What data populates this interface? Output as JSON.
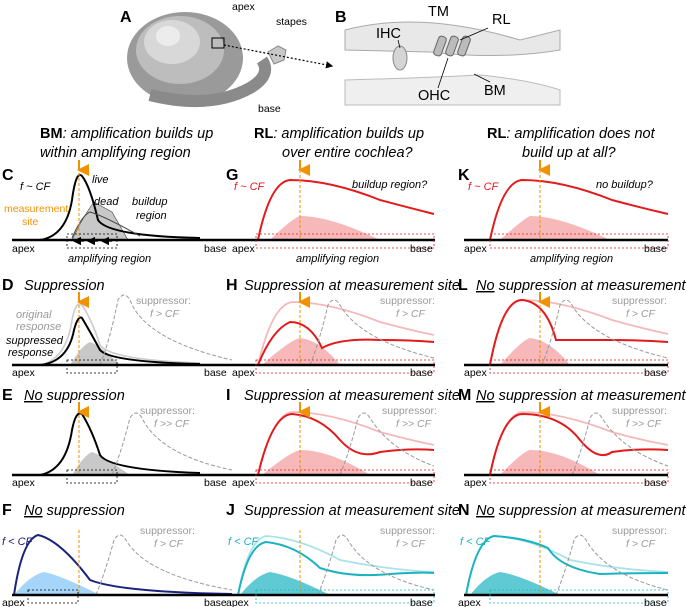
{
  "panel_letters": [
    "A",
    "B",
    "C",
    "D",
    "E",
    "F",
    "G",
    "H",
    "I",
    "J",
    "K",
    "L",
    "M",
    "N"
  ],
  "panel_a": {
    "apex": "apex",
    "stapes": "stapes",
    "base": "base"
  },
  "panel_b": {
    "TM": "TM",
    "RL": "RL",
    "IHC": "IHC",
    "OHC": "OHC",
    "BM": "BM"
  },
  "col1": {
    "bold": "BM",
    "rest": ": amplification builds up",
    "line2": "within amplifying region"
  },
  "col2": {
    "bold": "RL",
    "rest": ": amplification builds up",
    "line2": "over entire cochlea?"
  },
  "col3": {
    "bold": "RL",
    "rest": ": amplification does not",
    "line2": "build up at all?"
  },
  "axis": {
    "apex": "apex",
    "base": "base"
  },
  "row1": {
    "fcf": "f ~ CF",
    "live": "live",
    "dead": "dead",
    "buildup1": "buildup",
    "buildup2": "region",
    "meas1": "measurement",
    "meas2": "site",
    "amp_region": "amplifying region",
    "buildup_q": "buildup region?",
    "no_buildup": "no buildup?"
  },
  "row2": {
    "D": "Suppression",
    "orig1": "original",
    "orig2": "response",
    "supp1": "suppressed",
    "supp2": "response",
    "suppressor": "suppressor:",
    "f_gt": "f > CF",
    "H": "Suppression at measurement site",
    "L_no": "No",
    "L_rest": " suppression at measurement site"
  },
  "row3": {
    "E_no": "No",
    "E_rest": " suppression",
    "suppressor": "suppressor:",
    "f_gg": "f >> CF",
    "I": "Suppression at measurement site",
    "M_no": "No",
    "M_rest": " suppression at measurement site"
  },
  "row4": {
    "F_no": "No",
    "F_rest": " suppression",
    "flt": "f < CF",
    "suppressor": "suppressor:",
    "f_gt": "f > CF",
    "J": "Suppression at measurement site",
    "N_no": "No",
    "N_rest": " suppression at measurement site"
  },
  "colors": {
    "orange": "#f39200",
    "red": "#e31a1c",
    "pink": "#f6b8b8",
    "teal": "#1bb3c1",
    "navy": "#1a237e",
    "grey": "#9a9a9a"
  }
}
